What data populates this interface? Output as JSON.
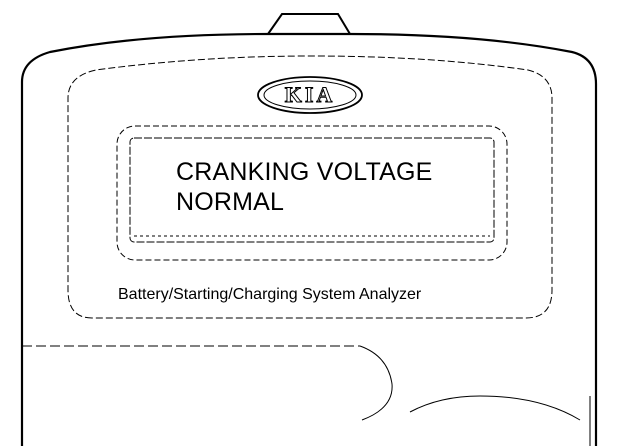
{
  "device": {
    "brand_logo": "KIA",
    "display": {
      "line1": "CRANKING VOLTAGE",
      "line2": "NORMAL"
    },
    "caption": "Battery/Starting/Charging System Analyzer"
  },
  "colors": {
    "ink": "#000000",
    "background": "#ffffff"
  }
}
